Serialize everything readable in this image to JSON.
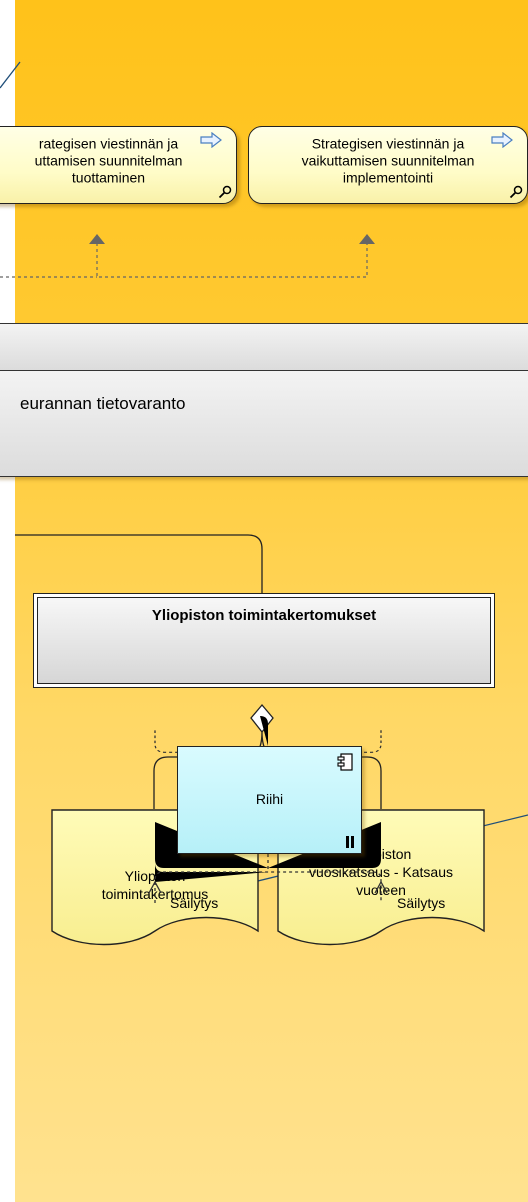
{
  "diagram": {
    "processes": [
      {
        "line1": "rategisen viestinnän ja",
        "line2": "uttamisen suunnitelman",
        "line3": "tuottaminen"
      },
      {
        "line1": "Strategisen viestinnän ja",
        "line2": "vaikuttamisen suunnitelman",
        "line3": "implementointi"
      }
    ],
    "data_stores": {
      "band_2_label": "eurannan tietovaranto"
    },
    "entity": {
      "title": "Yliopiston toimintakertomukset"
    },
    "documents": [
      {
        "line1": "Yliopiston",
        "line2": "toimintakertomus",
        "line3": ""
      },
      {
        "line1": "Yliopiston",
        "line2": "vuosikatsaus - Katsaus",
        "line3": "vuoteen"
      }
    ],
    "relations": [
      "Säilytys",
      "Säilytys"
    ],
    "component": {
      "name": "Riihi"
    },
    "colors": {
      "canvas_top": "#ffc21a",
      "canvas_bottom": "#ffe28f",
      "process_fill": "#fffcc8",
      "document_fill": "#fdf5a6",
      "component_fill": "#b6f0f8",
      "connector": "#1f4e79",
      "outline": "#222222"
    }
  }
}
